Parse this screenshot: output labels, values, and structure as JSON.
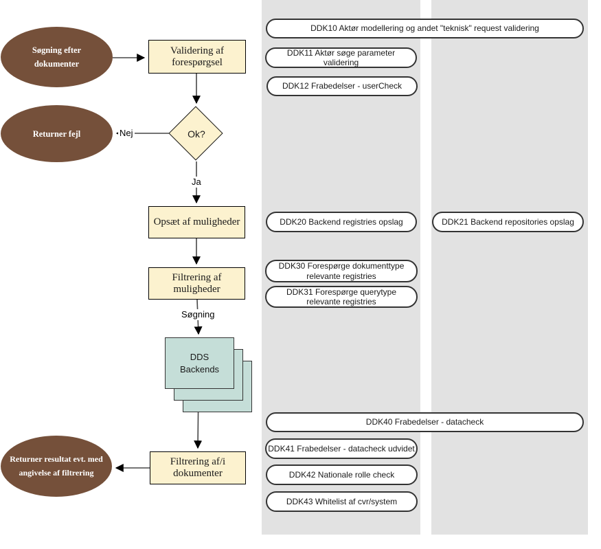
{
  "colors": {
    "ellipse_fill": "#75503A",
    "ellipse_text": "#FFFFFF",
    "process_fill": "#FCF2CF",
    "process_border": "#000000",
    "backend_fill": "#C5DED8",
    "backend_border": "#333333",
    "column_bg": "#E2E2E2",
    "pill_bg": "#FFFFFF",
    "pill_border": "#333333",
    "connector": "#474747"
  },
  "flowchart": {
    "nodes": {
      "start": "Søgning efter dokumenter",
      "validate": "Validering af forespørgsel",
      "decision": "Ok?",
      "return_error": "Returner fejl",
      "setup_options": "Opsæt af muligheder",
      "filter_options": "Filtrering af muligheder",
      "backends": "DDS Backends",
      "filter_documents": "Filtrering af/i dokumenter",
      "return_result": "Returner resultat evt. med angivelse af filtrering"
    },
    "edge_labels": {
      "no": "Nej",
      "yes": "Ja",
      "search": "Søgning"
    }
  },
  "pills": [
    {
      "id": "DDK10",
      "label": "DDK10 Aktør modellering og andet \"teknisk\" request validering"
    },
    {
      "id": "DDK11",
      "label": "DDK11 Aktør søge parameter validering"
    },
    {
      "id": "DDK12",
      "label": "DDK12 Frabedelser - userCheck"
    },
    {
      "id": "DDK20",
      "label": "DDK20 Backend registries opslag"
    },
    {
      "id": "DDK21",
      "label": "DDK21 Backend repositories opslag"
    },
    {
      "id": "DDK30",
      "label": "DDK30 Forespørge dokumenttype relevante registries"
    },
    {
      "id": "DDK31",
      "label": "DDK31 Forespørge querytype relevante registries"
    },
    {
      "id": "DDK40",
      "label": "DDK40 Frabedelser - datacheck"
    },
    {
      "id": "DDK41",
      "label": "DDK41 Frabedelser - datacheck udvidet"
    },
    {
      "id": "DDK42",
      "label": "DDK42 Nationale rolle check"
    },
    {
      "id": "DDK43",
      "label": "DDK43 Whitelist af cvr/system"
    }
  ]
}
